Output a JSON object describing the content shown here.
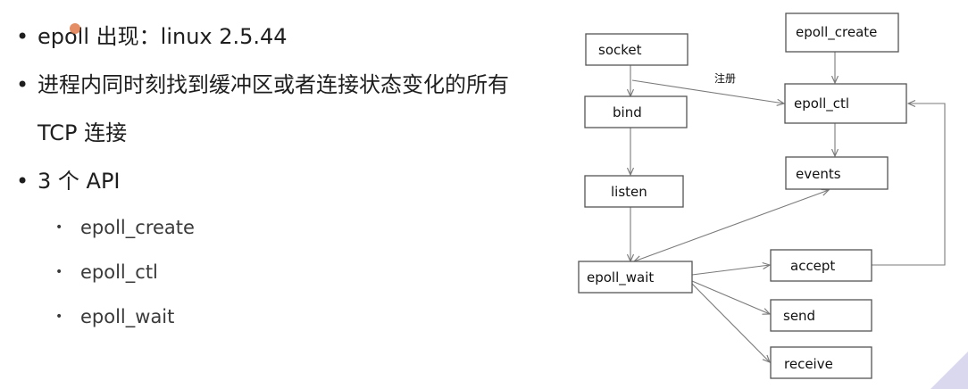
{
  "bullets": [
    {
      "text": "epoll 出现：linux 2.5.44"
    },
    {
      "text": "进程内同时刻找到缓冲区或者连接状态变化的所有 TCP 连接"
    },
    {
      "text": "3 个 API",
      "children": [
        "epoll_create",
        "epoll_ctl",
        "epoll_wait"
      ]
    }
  ],
  "bullet_glyph": "•",
  "diagram": {
    "nodes": {
      "socket": "socket",
      "bind": "bind",
      "listen": "listen",
      "epoll_wait": "epoll_wait",
      "epoll_create": "epoll_create",
      "epoll_ctl": "epoll_ctl",
      "events": "events",
      "accept": "accept",
      "send": "send",
      "receive": "receive"
    },
    "edge_labels": {
      "register": "注册"
    }
  },
  "colors": {
    "corner": "#d9d8ee",
    "cursor": "#e07a4a"
  }
}
